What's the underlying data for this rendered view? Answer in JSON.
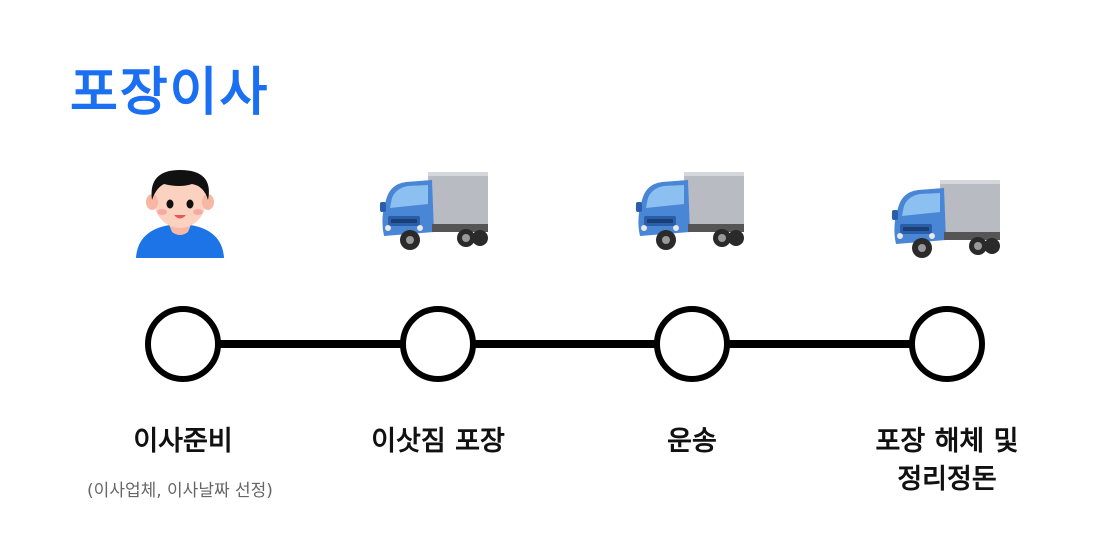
{
  "title": "포장이사",
  "steps": [
    {
      "label": "이사준비",
      "sub": "(이사업체, 이사날짜 선정)",
      "icon": "person-icon"
    },
    {
      "label": "이삿짐 포장",
      "icon": "truck-icon"
    },
    {
      "label": "운송",
      "icon": "truck-icon"
    },
    {
      "label_line1": "포장 해체 및",
      "label_line2": "정리정돈",
      "icon": "truck-icon"
    }
  ],
  "colors": {
    "accent": "#1b6ff2",
    "line": "#000000",
    "truck_body": "#4a86d6",
    "truck_box": "#b8bcc2",
    "person_shirt": "#1c74e6"
  }
}
